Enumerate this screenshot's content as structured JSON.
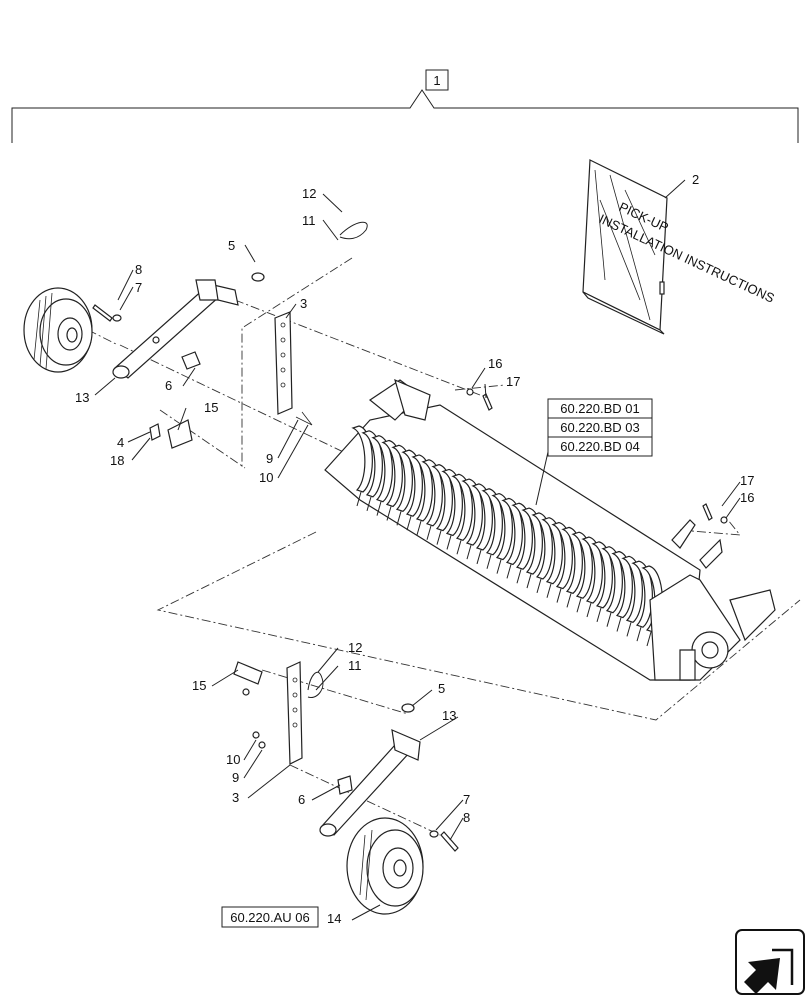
{
  "assembly_label": "1",
  "callouts": {
    "c2": "2",
    "c3a": "3",
    "c3b": "3",
    "c4": "4",
    "c5a": "5",
    "c5b": "5",
    "c6a": "6",
    "c6b": "6",
    "c7a": "7",
    "c7b": "7",
    "c8a": "8",
    "c8b": "8",
    "c9a": "9",
    "c9b": "9",
    "c10a": "10",
    "c10b": "10",
    "c11a": "11",
    "c11b": "11",
    "c12a": "12",
    "c12b": "12",
    "c13a": "13",
    "c13b": "13",
    "c14": "14",
    "c15a": "15",
    "c15b": "15",
    "c16a": "16",
    "c16b": "16",
    "c17a": "17",
    "c17b": "17",
    "c18": "18"
  },
  "reference_links": [
    "60.220.BD 01",
    "60.220.BD 03",
    "60.220.BD 04"
  ],
  "wheel_reference_link": "60.220.AU 06",
  "manual_cover_text": [
    "PICK-UP",
    "INSTALLATION INSTRUCTIONS"
  ],
  "icons": {
    "navigation": "next-page-arrow-icon"
  }
}
